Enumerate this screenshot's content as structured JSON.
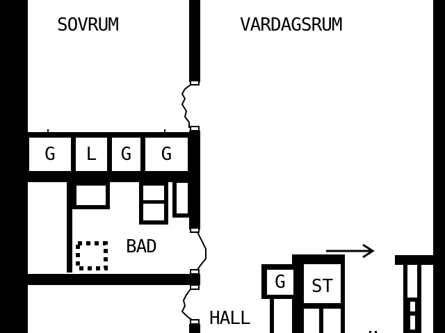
{
  "plan": {
    "rooms": [
      {
        "id": "sovrum",
        "label": "SOVRUM"
      },
      {
        "id": "vardagsrum",
        "label": "VARDAGSRUM"
      },
      {
        "id": "bad",
        "label": "BAD"
      },
      {
        "id": "hall",
        "label": "HALL"
      }
    ],
    "closets": [
      {
        "label": "G"
      },
      {
        "label": "L"
      },
      {
        "label": "G"
      },
      {
        "label": "G"
      }
    ],
    "hall_closet": {
      "label": "G"
    },
    "storage": {
      "label": "ST"
    },
    "colors": {
      "wall": "#000000",
      "floor": "#ffffff"
    }
  }
}
